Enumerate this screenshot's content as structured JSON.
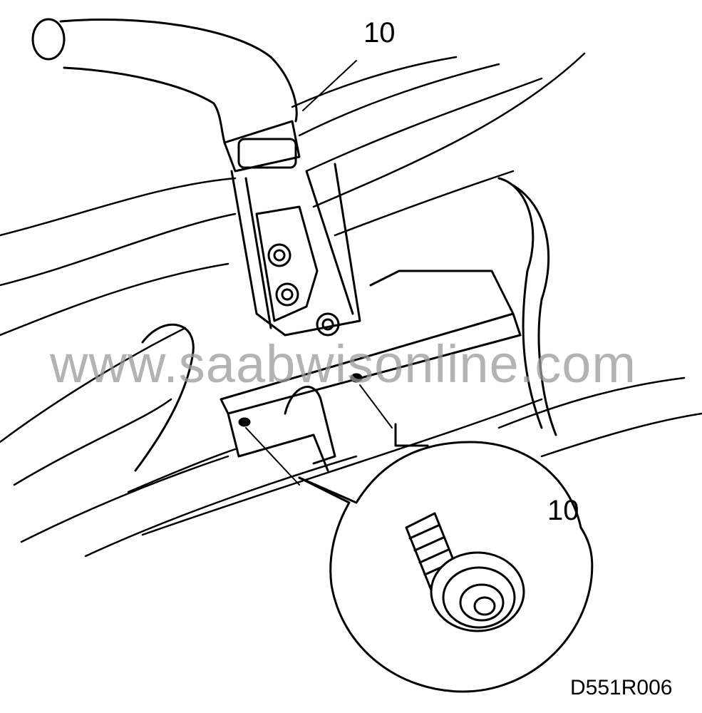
{
  "callouts": {
    "top": "10",
    "bottom": "10"
  },
  "figure_id": "D551R006",
  "watermark": "www.saabwisonline.com",
  "colors": {
    "line": "#000000",
    "watermark": "#9a9a9a"
  }
}
